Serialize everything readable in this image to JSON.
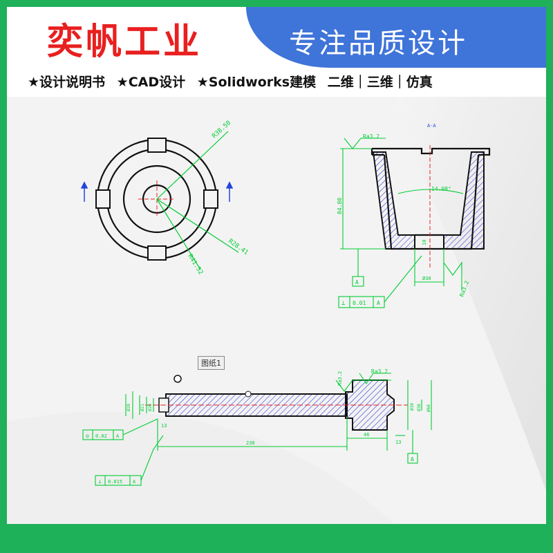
{
  "header": {
    "brand": "奕帆工业",
    "slogan": "专注品质设计",
    "services": [
      "★设计说明书",
      "★CAD设计",
      "★Solidworks建模",
      "二维｜三维｜仿真"
    ]
  },
  "colors": {
    "frame": "#1fb05a",
    "banner": "#3f74d9",
    "brand": "#e8201f",
    "cad_green": "#00cc33",
    "hatch": "#3b3bd6",
    "axis": "#e82020"
  },
  "drawing1": {
    "dims": [
      "R38.50",
      "R28.41",
      "R41.52"
    ]
  },
  "drawing2": {
    "section": "A-A",
    "roughness": [
      "Ra3.2",
      "Ra3.2"
    ],
    "dims": [
      "84.80",
      "14.08°",
      "Ø30",
      "10"
    ],
    "datum": "A",
    "tolerance": {
      "symbol": "⊥",
      "value": "0.01",
      "datum": "A"
    }
  },
  "drawing3": {
    "label": "图纸1",
    "roughness": [
      "Ra3.2",
      "Ra3.2"
    ],
    "dims": [
      "230",
      "46",
      "13",
      "13",
      "Ø20",
      "Ø21",
      "Ø26",
      "Ø60",
      "Ø36",
      "Ø30"
    ],
    "datum": "A",
    "tolerance1": {
      "symbol": "◎",
      "value": "0.02",
      "datum": "A"
    },
    "tolerance2": {
      "symbol": "⊥",
      "value": "0.015",
      "datum": "A"
    }
  }
}
